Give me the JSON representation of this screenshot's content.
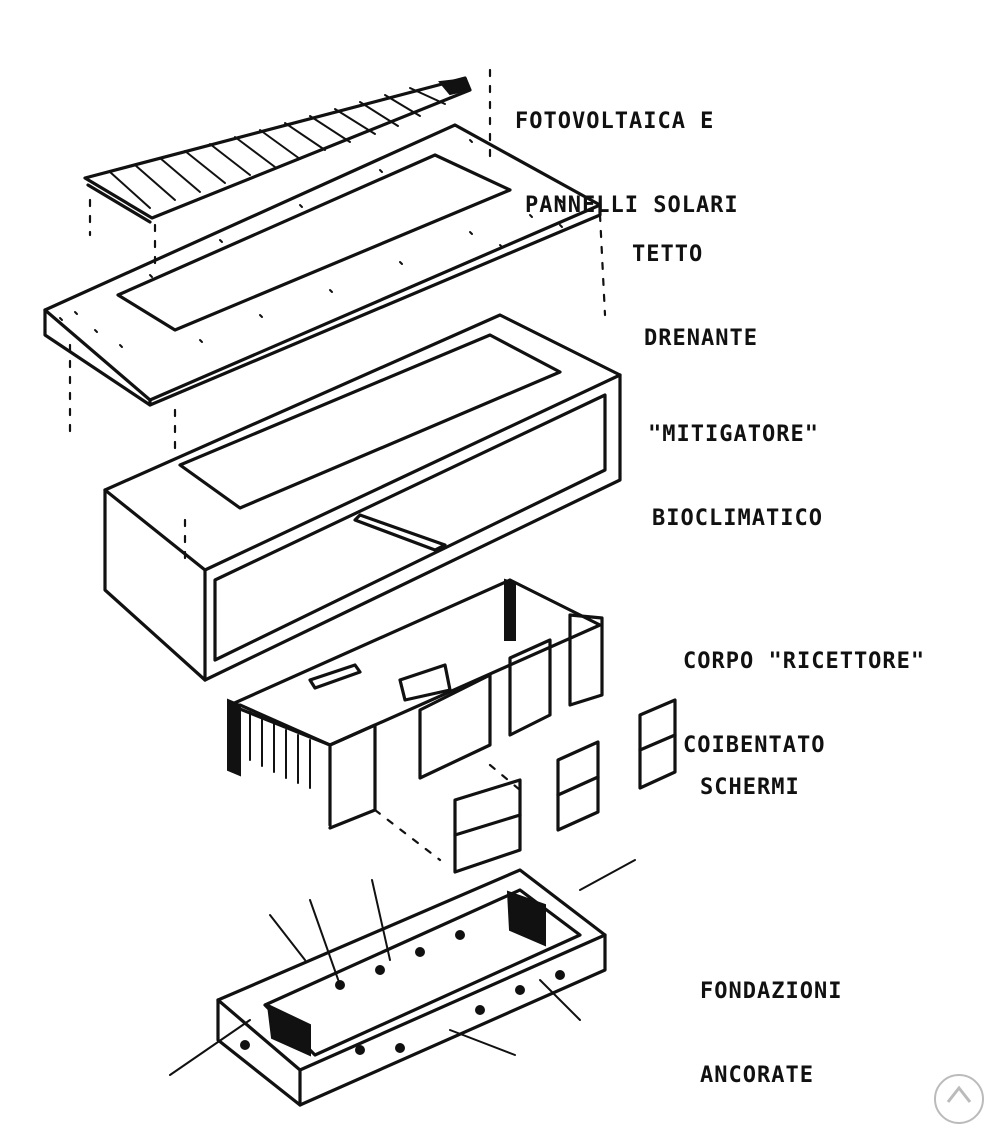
{
  "labels": {
    "photovoltaic": {
      "line1": "FOTOVOLTAICA E",
      "line2": "PANNELLI SOLARI"
    },
    "roof": {
      "line1": "TETTO",
      "line2": "DRENANTE"
    },
    "mitigator": {
      "line1": "\"MITIGATORE\"",
      "line2": "BIOCLIMATICO"
    },
    "receptor": {
      "line1": "CORPO \"RICETTORE\"",
      "line2": "COIBENTATO"
    },
    "screens": {
      "line1": "SCHERMI"
    },
    "foundations": {
      "line1": "FONDAZIONI",
      "line2": "ANCORATE"
    }
  },
  "colors": {
    "ink": "#111111",
    "paper": "#ffffff"
  }
}
